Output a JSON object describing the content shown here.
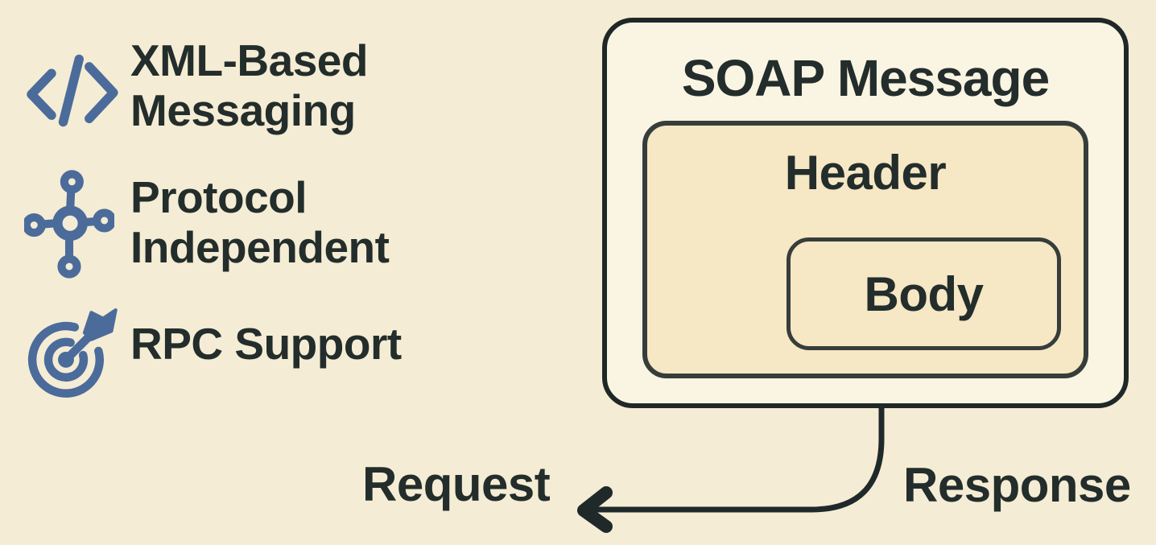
{
  "features": [
    {
      "icon": "code-icon",
      "label": "XML-Based\nMessaging"
    },
    {
      "icon": "network-hub-icon",
      "label": "Protocol\nIndependent"
    },
    {
      "icon": "target-dart-icon",
      "label": "RPC Support"
    }
  ],
  "diagram": {
    "title": "SOAP Message",
    "header_label": "Header",
    "body_label": "Body"
  },
  "flow": {
    "request_label": "Request",
    "response_label": "Response"
  },
  "colors": {
    "background": "#f4ecd4",
    "panel_fill": "#faf4e2",
    "inner_fill": "#f6e7c5",
    "outer_stroke": "#1f2827",
    "inner_stroke": "#363d3b",
    "text": "#232d2b",
    "icon_blue": "#4b6b9b",
    "connector": "#20292a"
  }
}
